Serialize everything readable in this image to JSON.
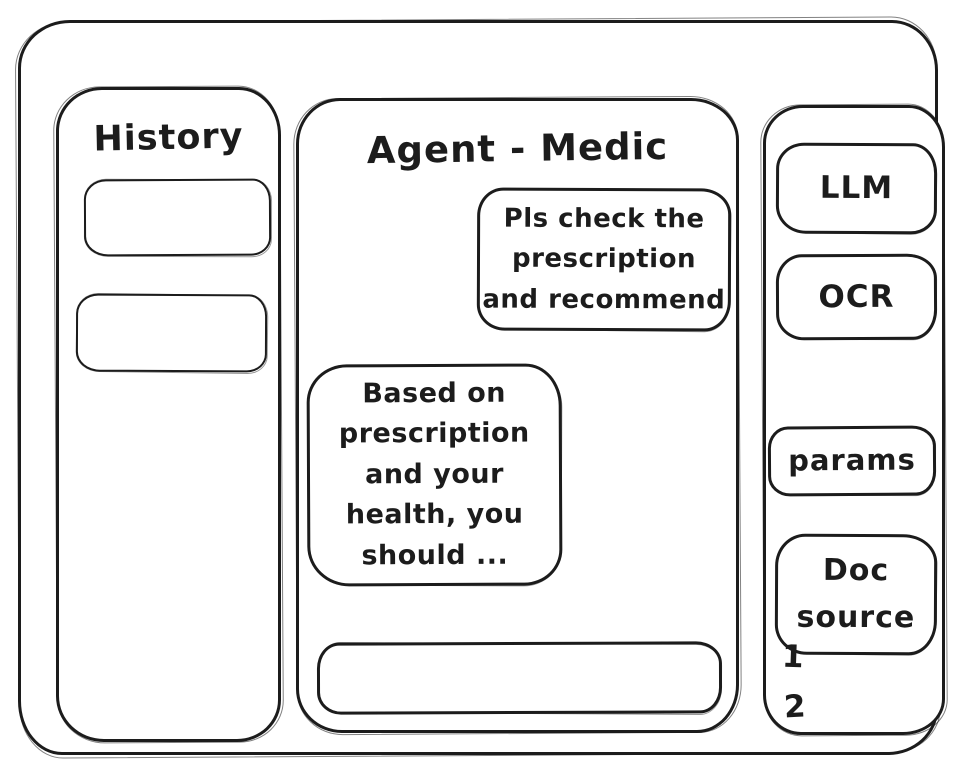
{
  "window": {
    "background": "#ffffff",
    "stroke_color": "#1c1c1c"
  },
  "history_panel": {
    "title": "History",
    "items": [
      "",
      ""
    ]
  },
  "chat_panel": {
    "title": "Agent - Medic",
    "messages": [
      {
        "role": "user",
        "text": "Pls check the\nprescription\nand recommend"
      },
      {
        "role": "agent",
        "text": "Based on\nprescription\nand your\nhealth, you\nshould ..."
      }
    ],
    "input": {
      "value": ""
    }
  },
  "tools_panel": {
    "buttons": [
      {
        "label": "LLM"
      },
      {
        "label": "OCR"
      },
      {
        "label": "params"
      },
      {
        "label": "Doc\nsource"
      }
    ],
    "doc_list": [
      "1",
      "2"
    ]
  }
}
